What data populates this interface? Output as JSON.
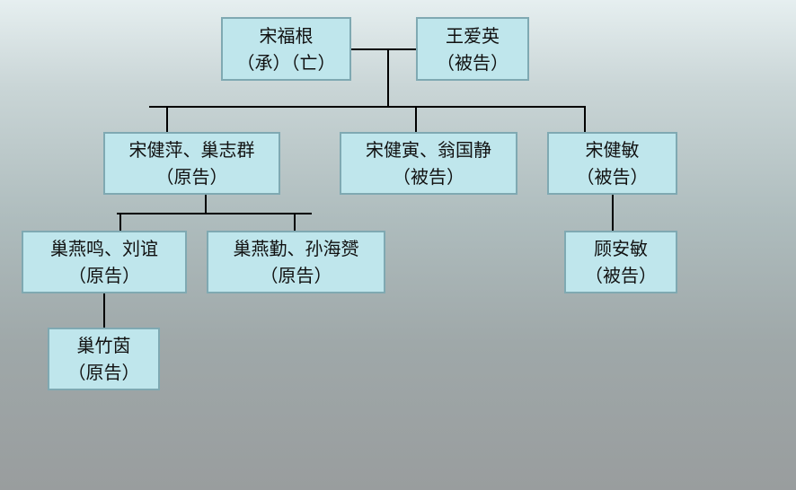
{
  "nodes": {
    "song_fugen": {
      "name": "宋福根",
      "role": "（承）（亡）"
    },
    "wang_aiying": {
      "name": "王爱英",
      "role": "（被告）"
    },
    "song_jianping": {
      "name": "宋健萍、巢志群",
      "role": "（原告）"
    },
    "song_jianyin": {
      "name": "宋健寅、翁国静",
      "role": "（被告）"
    },
    "song_jianmin": {
      "name": "宋健敏",
      "role": "（被告）"
    },
    "chao_yanming": {
      "name": "巢燕鸣、刘谊",
      "role": "（原告）"
    },
    "chao_yanqin": {
      "name": "巢燕勤、孙海赟",
      "role": "（原告）"
    },
    "gu_anmin": {
      "name": "顾安敏",
      "role": "（被告）"
    },
    "chao_zhuyin": {
      "name": "巢竹茵",
      "role": "（原告）"
    }
  }
}
